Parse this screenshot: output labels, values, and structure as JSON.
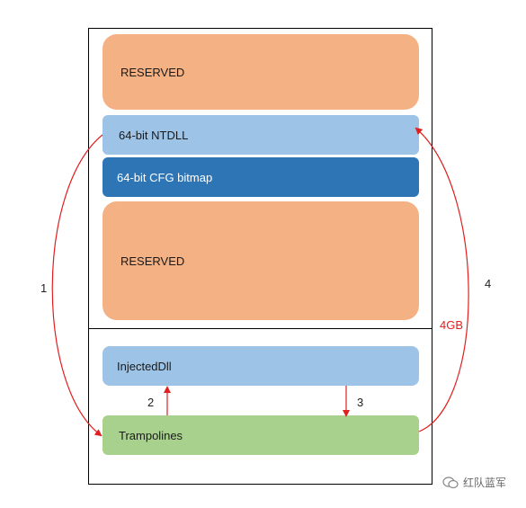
{
  "blocks": {
    "reserved_top": "RESERVED",
    "ntdll": "64-bit NTDLL",
    "cfg_bitmap": "64-bit CFG bitmap",
    "reserved_bottom": "RESERVED",
    "injected_dll": "InjectedDll",
    "trampolines": "Trampolines"
  },
  "arrow_labels": {
    "a1": "1",
    "a2": "2",
    "a3": "3",
    "a4": "4",
    "size": "4GB"
  },
  "watermark": {
    "text": "红队蓝军"
  },
  "colors": {
    "reserved": "#f4b183",
    "ntdll": "#9dc3e6",
    "cfg_bitmap": "#2e75b6",
    "injected_dll": "#9dc3e6",
    "trampolines": "#a9d18e",
    "arrow": "#e02020"
  }
}
